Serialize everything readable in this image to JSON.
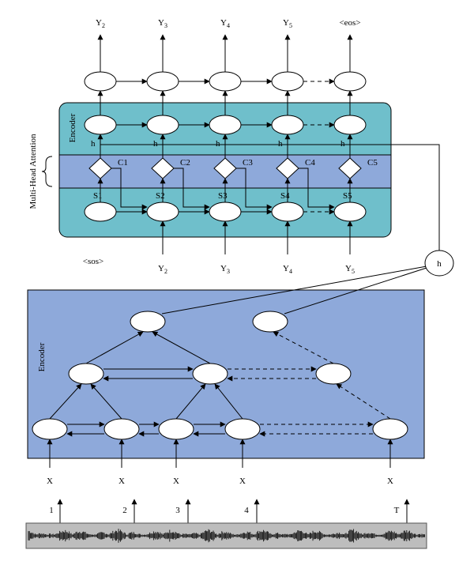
{
  "colors": {
    "decoder_fill": "#6FBFCB",
    "attention_fill": "#8EA9DA",
    "encoder_fill": "#8EA9DA",
    "node_fill": "#ffffff",
    "line": "#000000",
    "waveform_bg": "#BDBDBD",
    "waveform": "#111111"
  },
  "outputs": [
    {
      "text": "Y",
      "sub": "2"
    },
    {
      "text": "Y",
      "sub": "3"
    },
    {
      "text": "Y",
      "sub": "4"
    },
    {
      "text": "Y",
      "sub": "5"
    },
    {
      "text": "<eos>",
      "sub": ""
    }
  ],
  "decoder": {
    "label": "Encoder",
    "h_label": "h",
    "side_label": "Multi-Head Attention",
    "context_labels": [
      "C1",
      "C2",
      "C3",
      "C4",
      "C5"
    ],
    "state_labels": [
      "S1",
      "S2",
      "S3",
      "S4",
      "S5"
    ]
  },
  "inputs": {
    "sos": "<sos>",
    "items": [
      {
        "text": "Y",
        "sub": "2"
      },
      {
        "text": "Y",
        "sub": "3"
      },
      {
        "text": "Y",
        "sub": "4"
      },
      {
        "text": "Y",
        "sub": "5"
      }
    ]
  },
  "hidden_node_label": "h",
  "encoder": {
    "label": "Encoder"
  },
  "frames": {
    "x_labels": [
      "X",
      "X",
      "X",
      "X",
      "X"
    ],
    "time_labels": [
      "1",
      "2",
      "3",
      "4",
      "T"
    ]
  }
}
